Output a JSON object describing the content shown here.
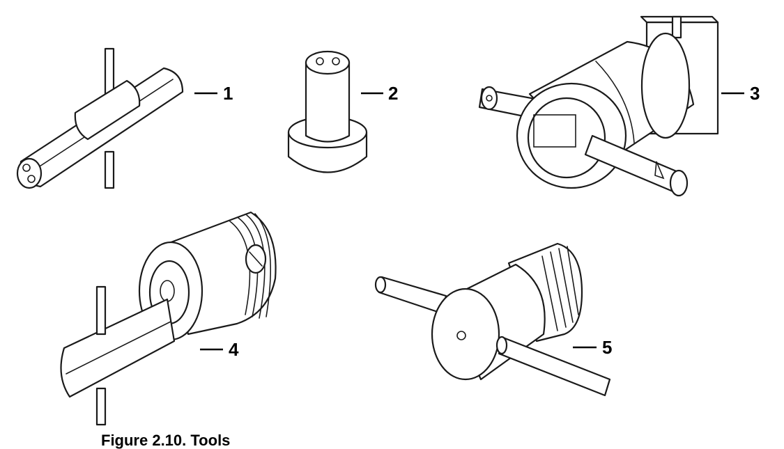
{
  "callouts": {
    "one": "1",
    "two": "2",
    "three": "3",
    "four": "4",
    "five": "5"
  },
  "caption": {
    "text": "Figure 2.10. Tools"
  }
}
